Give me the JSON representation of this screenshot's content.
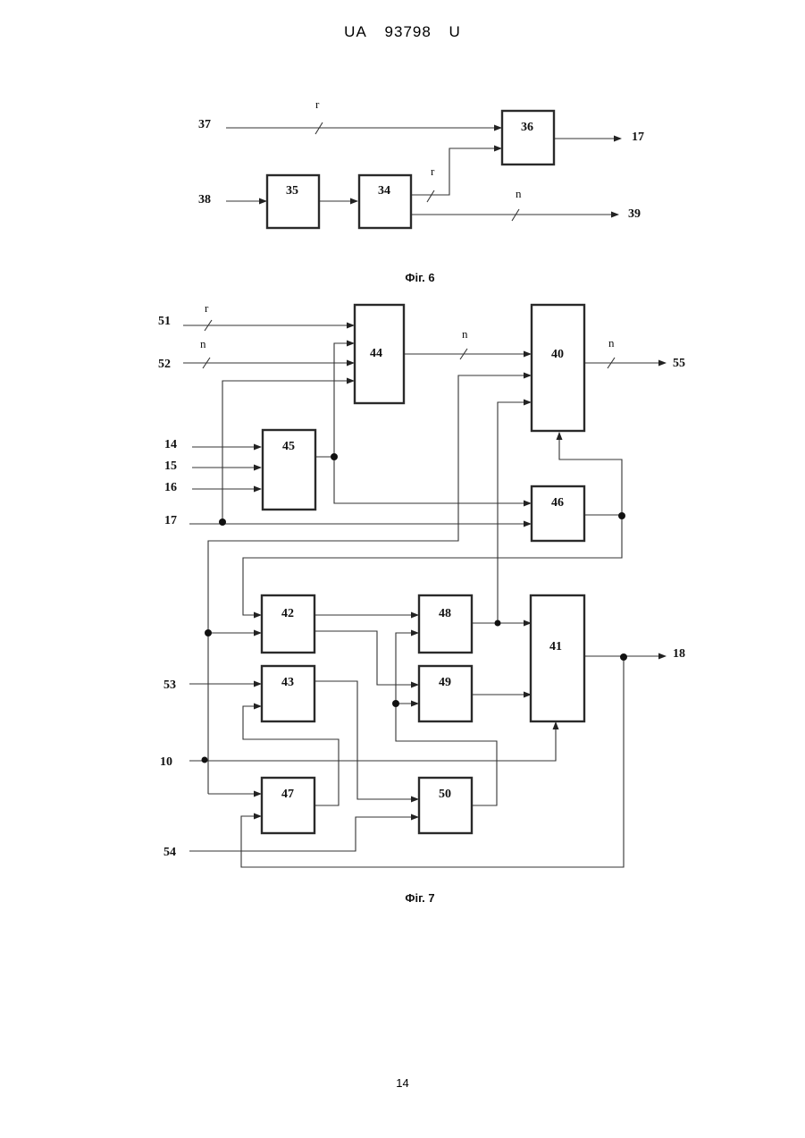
{
  "header": {
    "country": "UA",
    "number": "93798",
    "kind": "U"
  },
  "page_number": "14",
  "fig6": {
    "caption": "Фіг. 6",
    "blocks": {
      "b36": "36",
      "b35": "35",
      "b34": "34"
    },
    "terminals": {
      "t37": "37",
      "t38": "38",
      "t17": "17",
      "t39": "39"
    },
    "bus_labels": {
      "r_top": "r",
      "r_mid": "r",
      "n_out": "n"
    }
  },
  "fig7": {
    "caption": "Фіг. 7",
    "blocks": {
      "b44": "44",
      "b40": "40",
      "b45": "45",
      "b46": "46",
      "b42": "42",
      "b43": "43",
      "b47": "47",
      "b48": "48",
      "b49": "49",
      "b50": "50",
      "b41": "41"
    },
    "terminals": {
      "t51": "51",
      "t52": "52",
      "t14": "14",
      "t15": "15",
      "t16": "16",
      "t17": "17",
      "t53": "53",
      "t10": "10",
      "t54": "54",
      "t55": "55",
      "t18": "18"
    },
    "bus_labels": {
      "r51": "r",
      "n52": "n",
      "n44": "n",
      "n40": "n"
    }
  }
}
